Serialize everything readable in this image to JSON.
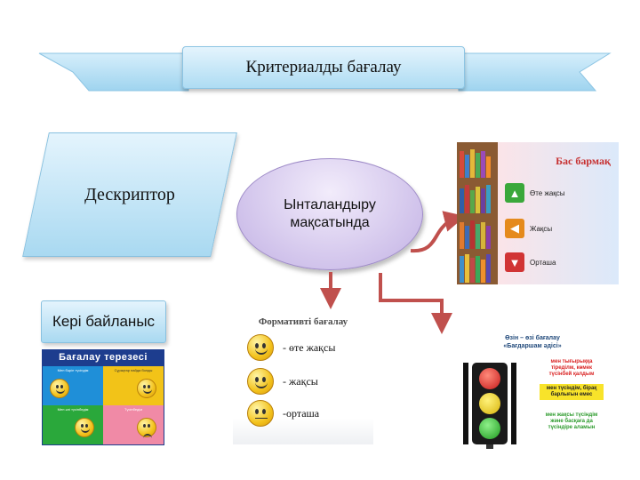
{
  "title": "Критериалды бағалау",
  "descriptor": "Дескриптор",
  "motivation": "Ынталандыру мақсатында",
  "feedback": "Кері байланыс",
  "thumb_panel": {
    "title": "Бас бармақ",
    "items": [
      {
        "label": "Өте жақсы",
        "color": "#3aa83a",
        "icon": "thumbs-up-icon"
      },
      {
        "label": "Жақсы",
        "color": "#e58a1c",
        "icon": "thumb-side-icon"
      },
      {
        "label": "Орташа",
        "color": "#d13434",
        "icon": "thumbs-down-icon"
      }
    ]
  },
  "formative": {
    "title": "Формативті бағалау",
    "items": [
      {
        "label": "- өте жақсы",
        "icon": "smiley-thumbs-up-icon"
      },
      {
        "label": "- жақсы",
        "icon": "smiley-icon"
      },
      {
        "label": "-орташа",
        "icon": "thinking-smiley-icon"
      }
    ]
  },
  "assessment_grid": {
    "title": "Бағалау терезесі",
    "cells": [
      {
        "text": "Мен бәрін түсіндім",
        "color": "#1f8fd8"
      },
      {
        "text": "Сұрақтар пайда болды",
        "color": "#f2c318"
      },
      {
        "text": "Мен әлі түсінбедім",
        "color": "#2aa83b"
      },
      {
        "text": "Түсінбедім",
        "color": "#f08aa6"
      }
    ]
  },
  "traffic_panel": {
    "title_line1": "Өзін – өзі бағалау",
    "title_line2": "«Бағдаршам әдісі»",
    "messages": [
      {
        "text": "мен тығырыққа тіреділм, көмек түсінбей қалдым",
        "color": "#d92020"
      },
      {
        "text": "мен түсіндім, бірақ барлығын емес",
        "color": "#222222",
        "bg": "#f8e32a"
      },
      {
        "text": "мен жақсы түсіндім және басқаға да түсіндіре аламын",
        "color": "#2b9a2b"
      }
    ]
  }
}
